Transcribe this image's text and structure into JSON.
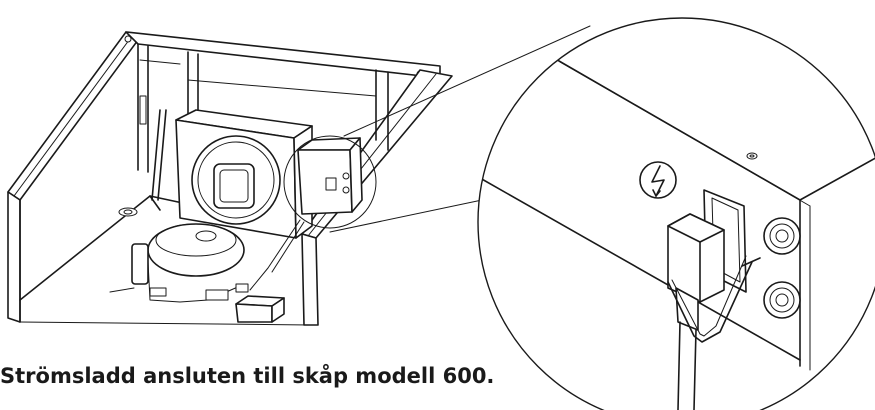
{
  "caption": "Strömsladd ansluten till skåp modell 600.",
  "illustration": {
    "cabinet": "cabinet-line-drawing",
    "detail": "power-connector-detail-circle",
    "symbol": "lightning-icon",
    "line_color": "#1a1a1a",
    "background": "#ffffff"
  }
}
